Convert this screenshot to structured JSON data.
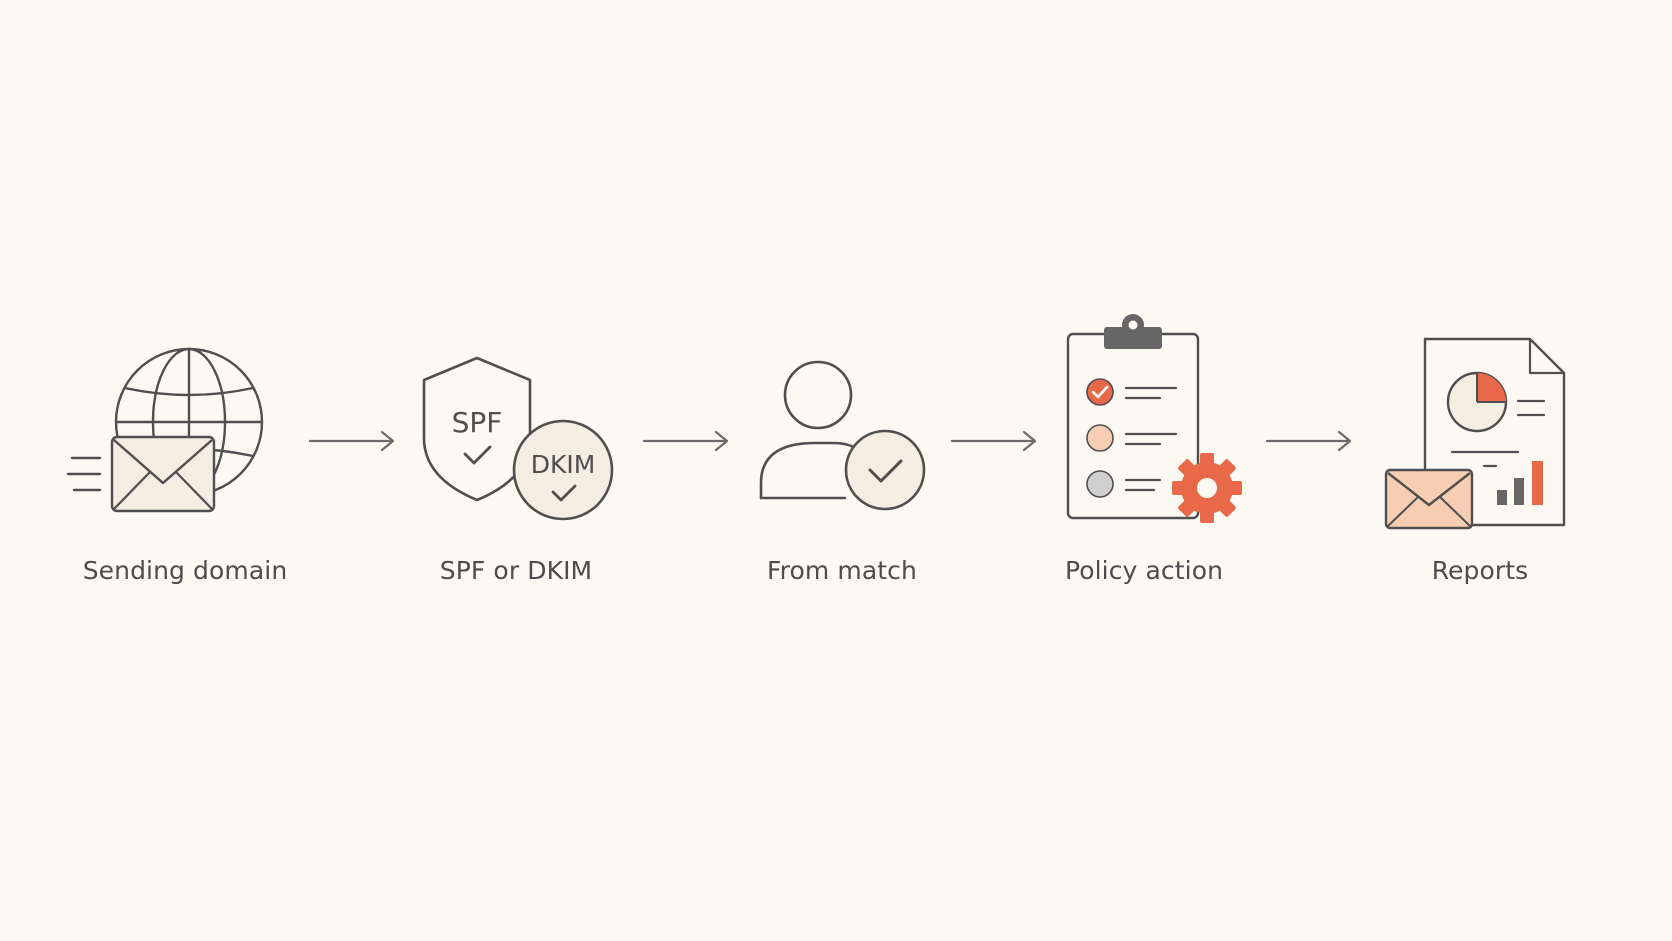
{
  "flow": {
    "colors": {
      "background": "#fcf9f3",
      "stroke": "#4f4f4f",
      "accent": "#e8694a",
      "accent_light": "#f7cdb4",
      "fill_cream": "#f3ede2",
      "neutral_gray": "#cfcfcf"
    },
    "steps": [
      {
        "label": "Sending domain",
        "icon": "globe-envelope-icon"
      },
      {
        "label": "SPF or DKIM",
        "icon": "shield-badge-icon",
        "shield_text": "SPF",
        "badge_text": "DKIM"
      },
      {
        "label": "From match",
        "icon": "user-check-icon"
      },
      {
        "label": "Policy action",
        "icon": "clipboard-gear-icon"
      },
      {
        "label": "Reports",
        "icon": "report-envelope-icon"
      }
    ]
  }
}
